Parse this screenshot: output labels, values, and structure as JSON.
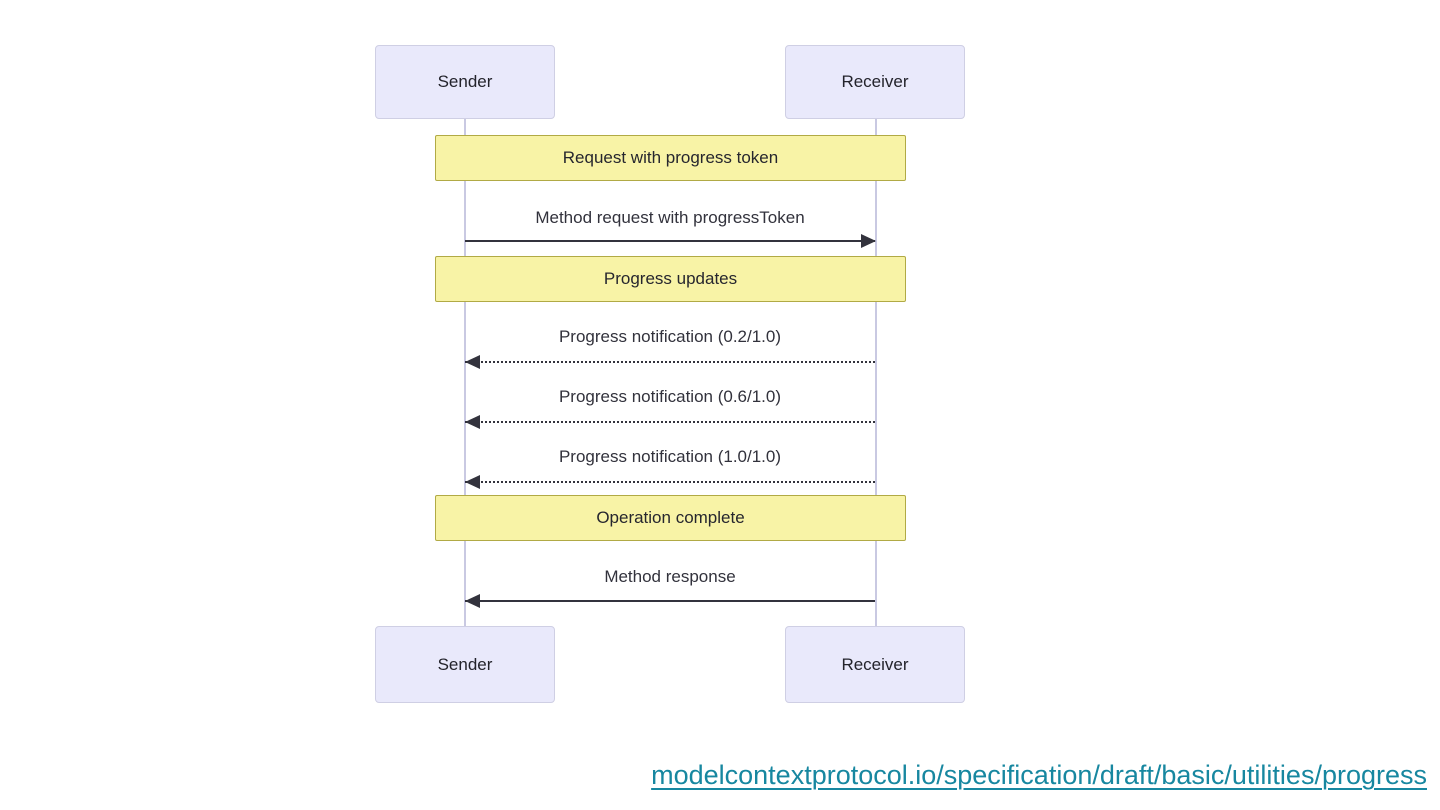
{
  "diagram": {
    "type": "sequence",
    "actors": {
      "sender": "Sender",
      "receiver": "Receiver"
    },
    "notes": [
      {
        "label": "Request with progress token"
      },
      {
        "label": "Progress updates"
      },
      {
        "label": "Operation complete"
      }
    ],
    "messages": [
      {
        "label": "Method request with progressToken",
        "from": "Sender",
        "to": "Receiver",
        "line": "solid"
      },
      {
        "label": "Progress notification (0.2/1.0)",
        "from": "Receiver",
        "to": "Sender",
        "line": "dotted"
      },
      {
        "label": "Progress notification (0.6/1.0)",
        "from": "Receiver",
        "to": "Sender",
        "line": "dotted"
      },
      {
        "label": "Progress notification (1.0/1.0)",
        "from": "Receiver",
        "to": "Sender",
        "line": "dotted"
      },
      {
        "label": "Method response",
        "from": "Receiver",
        "to": "Sender",
        "line": "solid"
      }
    ],
    "colors": {
      "actor_fill": "#e9e9fb",
      "actor_border": "#cfcfe4",
      "note_fill": "#f8f3a6",
      "note_border": "#b1aa45",
      "lifeline": "#c9c9e2",
      "arrow": "#33333d",
      "link": "#1787a0"
    }
  },
  "footer": {
    "link_text": "modelcontextprotocol.io/specification/draft/basic/utilities/progress"
  }
}
